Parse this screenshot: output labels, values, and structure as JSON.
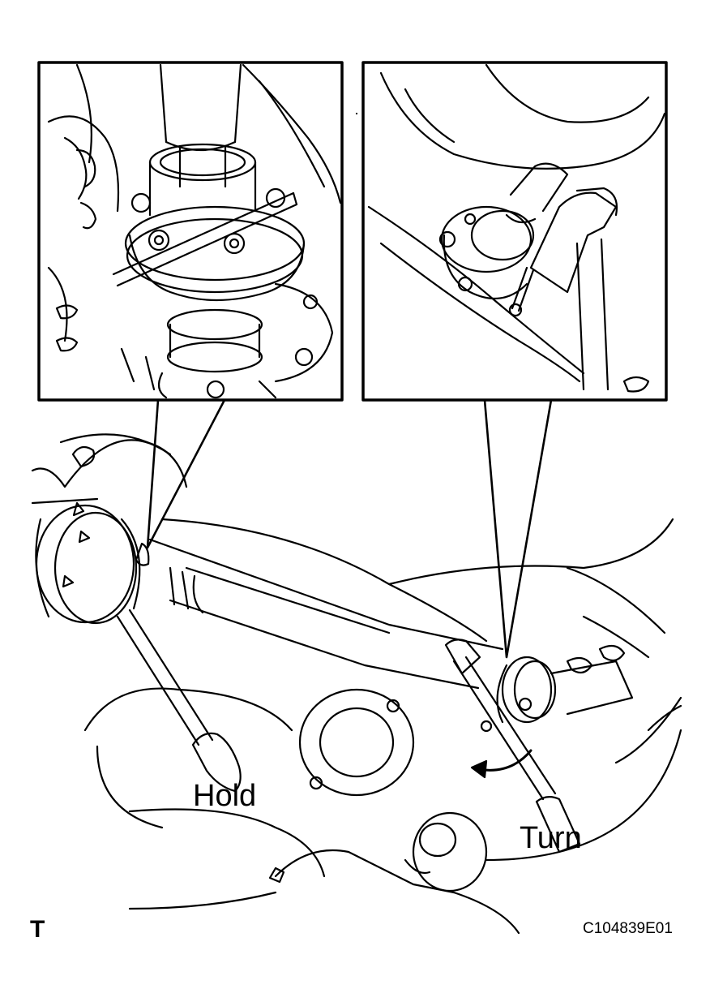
{
  "labels": {
    "hold": "Hold",
    "turn": "Turn",
    "corner_mark": "T",
    "figure_ref": "C104839E01"
  },
  "colors": {
    "line": "#000000",
    "background": "#ffffff"
  }
}
